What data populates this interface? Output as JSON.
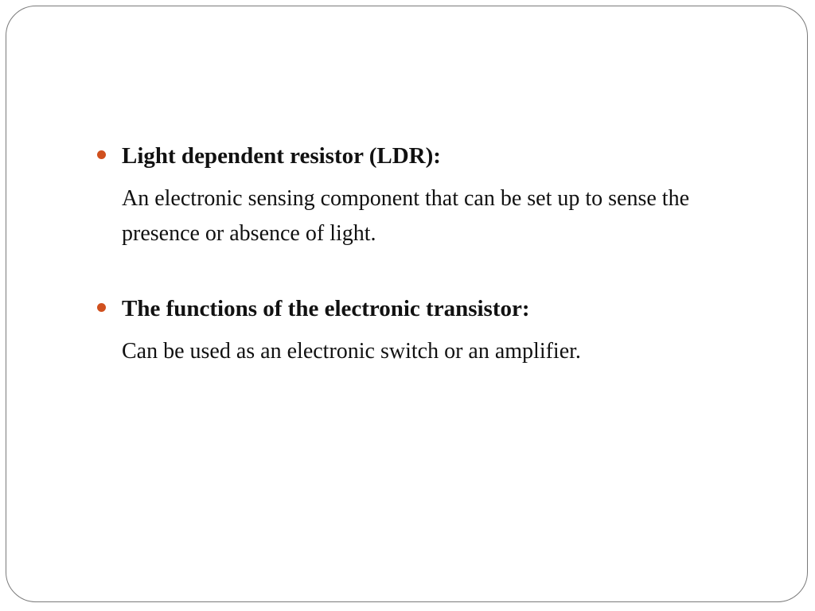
{
  "colors": {
    "bullet": "#d0501e",
    "border": "#7a7a7a"
  },
  "items": [
    {
      "heading": "Light dependent resistor (LDR):",
      "body": "An electronic sensing component that can be set up to sense the presence or absence of light."
    },
    {
      "heading": "The functions of the electronic transistor:",
      "body": "Can be used as an electronic switch or an amplifier."
    }
  ]
}
